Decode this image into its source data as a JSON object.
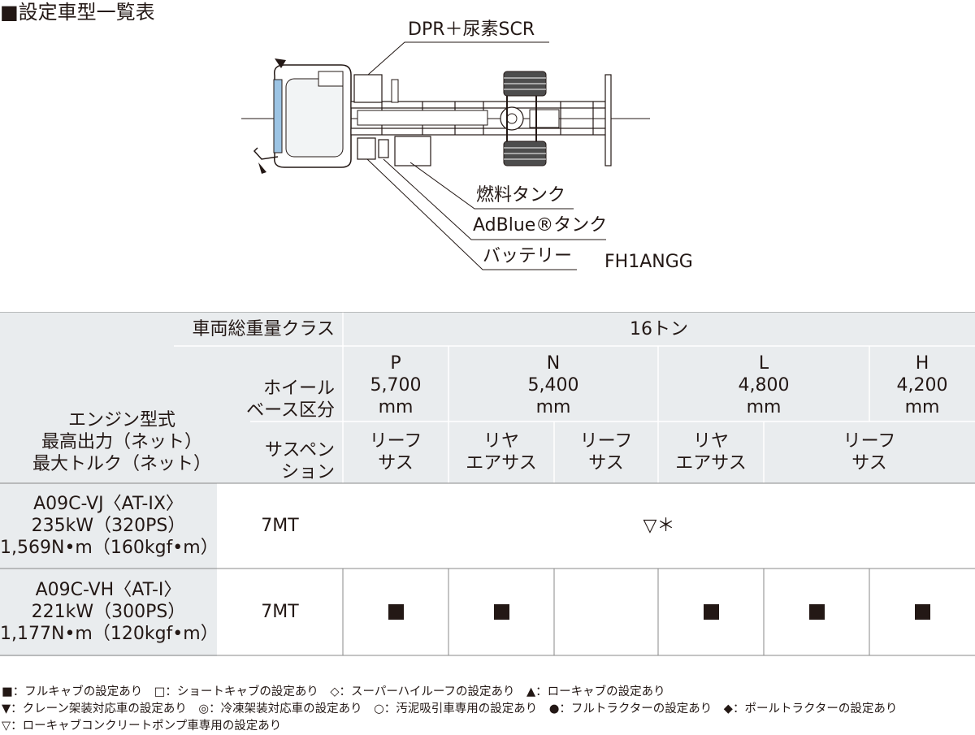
{
  "page_title": "■設定車型一覧表",
  "diagram": {
    "labels": {
      "dpr": "DPR＋尿素SCR",
      "fuel": "燃料タンク",
      "adblue": "AdBlue®タンク",
      "battery": "バッテリー"
    },
    "model": "FH1ANGG"
  },
  "table": {
    "weight_class_label": "車両総重量クラス",
    "weight_class_value": "16トン",
    "wheelbase_label_1": "ホイール",
    "wheelbase_label_2": "ベース区分",
    "suspension_label_1": "サスペン",
    "suspension_label_2": "ション",
    "engine_label": [
      "エンジン型式",
      "最高出力（ネット）",
      "最大トルク（ネット）"
    ],
    "wheelbases": [
      {
        "code": "P",
        "length": "5,700",
        "unit": "mm"
      },
      {
        "code": "N",
        "length": "5,400",
        "unit": "mm"
      },
      {
        "code": "L",
        "length": "4,800",
        "unit": "mm"
      },
      {
        "code": "H",
        "length": "4,200",
        "unit": "mm"
      }
    ],
    "suspensions": [
      [
        "リーフ",
        "サス"
      ],
      [
        "リヤ",
        "エアサス"
      ],
      [
        "リーフ",
        "サス"
      ],
      [
        "リヤ",
        "エアサス"
      ],
      [
        "リーフ",
        "サス"
      ]
    ],
    "rows": [
      {
        "engine": [
          "A09C-VJ〈AT-IX〉",
          "235kW（320PS）",
          "1,569N•m（160kgf•m）"
        ],
        "transmission": "7MT",
        "span_value": "▽＊"
      },
      {
        "engine": [
          "A09C-VH〈AT-Ⅰ〉",
          "221kW（300PS）",
          "1,177N•m（120kgf•m）"
        ],
        "transmission": "7MT",
        "marks": [
          "■",
          "■",
          "",
          "■",
          "■",
          "■"
        ]
      }
    ]
  },
  "legend": [
    "■：フルキャブの設定あり　□：ショートキャブの設定あり　◇：スーパーハイルーフの設定あり　▲：ローキャブの設定あり",
    "▼：クレーン架装対応車の設定あり　◎：冷凍架装対応車の設定あり　○：汚泥吸引車専用の設定あり　●：フルトラクターの設定あり　◆：ポールトラクターの設定あり",
    "▽：ローキャブコンクリートポンプ車専用の設定あり"
  ],
  "colors": {
    "header_bg": "#e9ecee",
    "text": "#231815",
    "cab_accent": "#9cc4e4"
  }
}
